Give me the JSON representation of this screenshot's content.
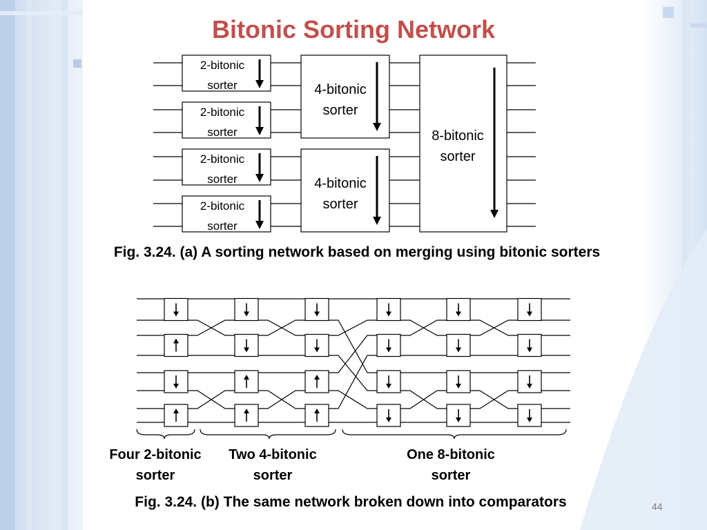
{
  "slide": {
    "title": "Bitonic Sorting Network",
    "slide_number": "44",
    "accent_color": "#c0504d"
  },
  "figure_a": {
    "caption": "Fig. 3.24. (a) A sorting network based on merging using bitonic sorters",
    "two_bitonic": {
      "line1": "2-bitonic",
      "line2": "sorter"
    },
    "four_bitonic": {
      "line1": "4-bitonic",
      "line2": "sorter"
    },
    "eight_bitonic": {
      "line1": "8-bitonic",
      "line2": "sorter"
    }
  },
  "figure_b": {
    "caption": "Fig. 3.24. (b) The same network broken down into comparators",
    "groups": [
      {
        "label": "Four 2-bitonic\nsorter"
      },
      {
        "label": "Two 4-bitonic\nsorter"
      },
      {
        "label": "One 8-bitonic\nsorter"
      }
    ],
    "comparator_directions": [
      [
        "down",
        "up",
        "down",
        "up"
      ],
      [
        "down",
        "down",
        "up",
        "up"
      ],
      [
        "down",
        "down",
        "up",
        "up"
      ],
      [
        "down",
        "down",
        "down",
        "down"
      ],
      [
        "down",
        "down",
        "down",
        "down"
      ],
      [
        "down",
        "down",
        "down",
        "down"
      ]
    ]
  }
}
